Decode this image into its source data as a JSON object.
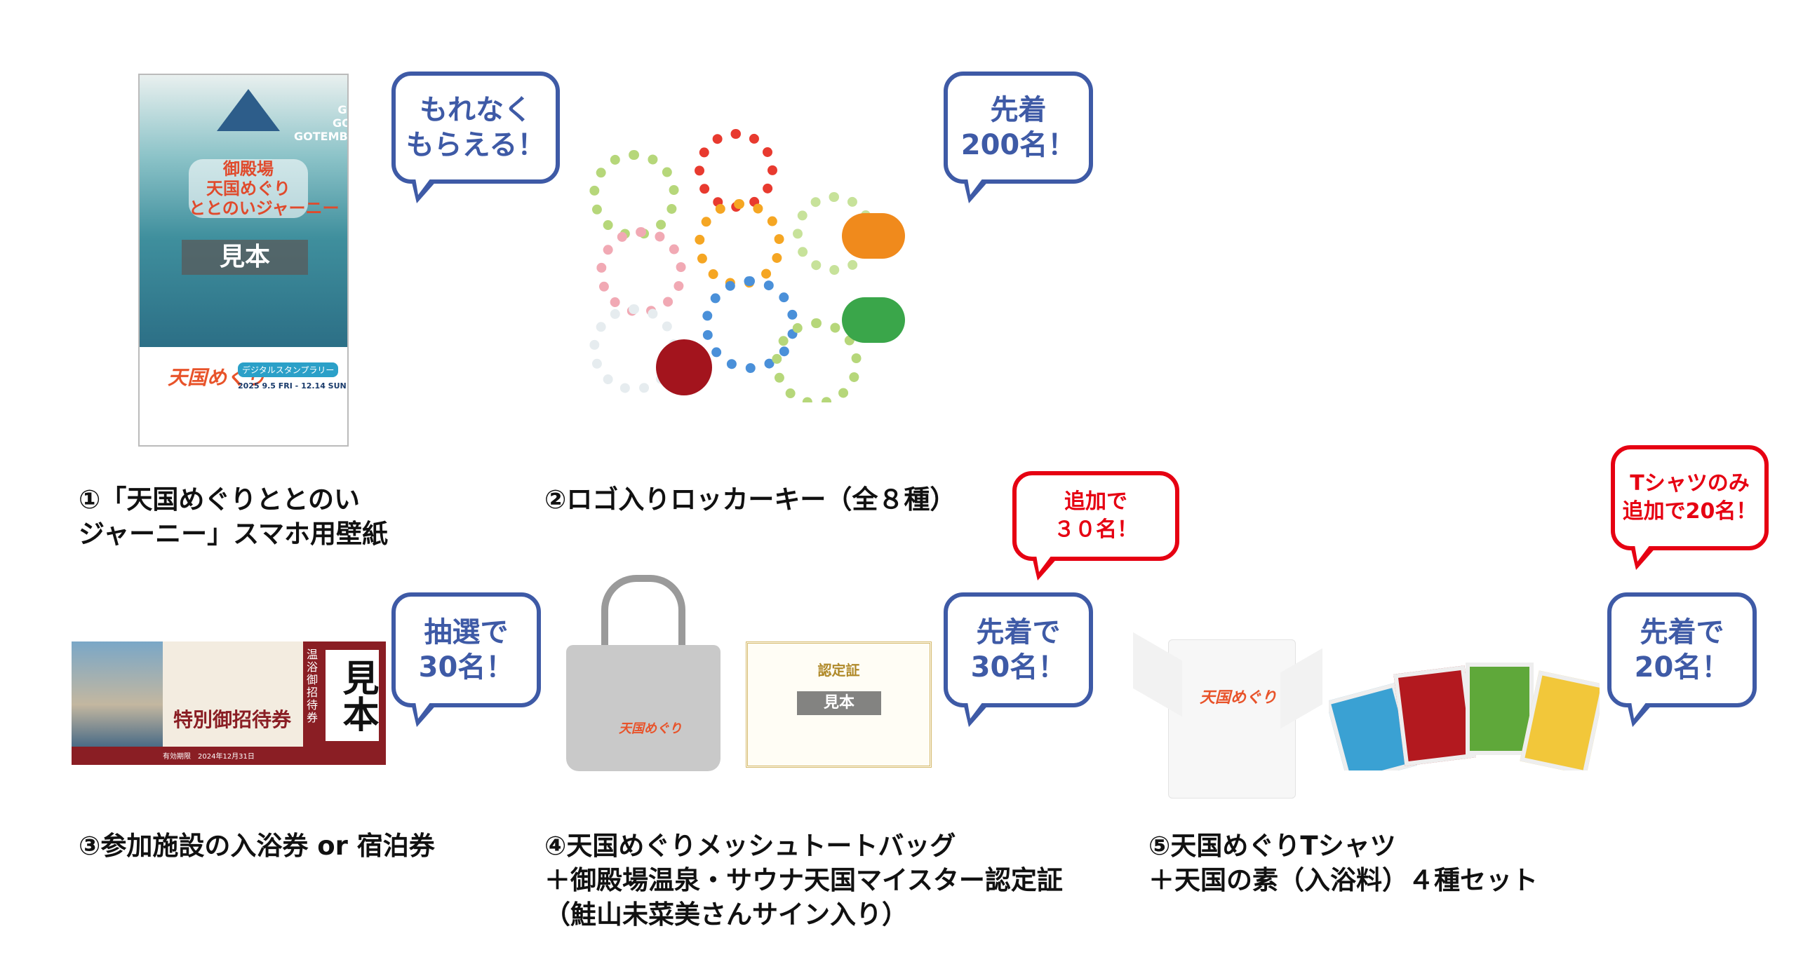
{
  "prizes": [
    {
      "label": "①「天国めぐりととのい\nジャーニー」スマホ用壁紙",
      "bubble": "もれなく\nもらえる！",
      "sample": "見本"
    },
    {
      "label": "②ロゴ入りロッカーキー（全８種）",
      "bubble": "先着\n200名！"
    },
    {
      "label": "③参加施設の入浴券 or 宿泊券",
      "bubble": "抽選で\n30名！",
      "sample": "見本"
    },
    {
      "label": "④天国めぐりメッシュトートバッグ\n＋御殿場温泉・サウナ天国マイスター認定証\n（鮭山未菜美さんサイン入り）",
      "bubble": "先着で\n30名！",
      "extra_bubble": "追加で\n３０名！",
      "sample": "見本"
    },
    {
      "label": "⑤天国めぐりTシャツ\n＋天国の素（入浴料）４種セット",
      "bubble": "先着で\n20名！",
      "extra_bubble": "Tシャツのみ\n追加で20名！"
    }
  ],
  "images": {
    "wallpaper_title": "御殿場\n天国めぐり\nととのいジャーニー",
    "wallpaper_go": "GO\nGO!\nGOTEMBA",
    "wallpaper_logo": "天国めぐり",
    "wallpaper_dates": "2025 9.5 FRI - 12.14 SUN",
    "wallpaper_stamp": "デジタルスタンプラリー",
    "ticket_title": "特別御招待券",
    "ticket_side": "温浴御招待券",
    "ticket_expiry": "有効期限　2024年12月31日",
    "certificate_title": "認定証",
    "bag_logo": "天国めぐり",
    "tshirt_logo": "天国めぐり"
  },
  "colors": {
    "blue": "#3e5aa6",
    "red": "#e60012"
  }
}
